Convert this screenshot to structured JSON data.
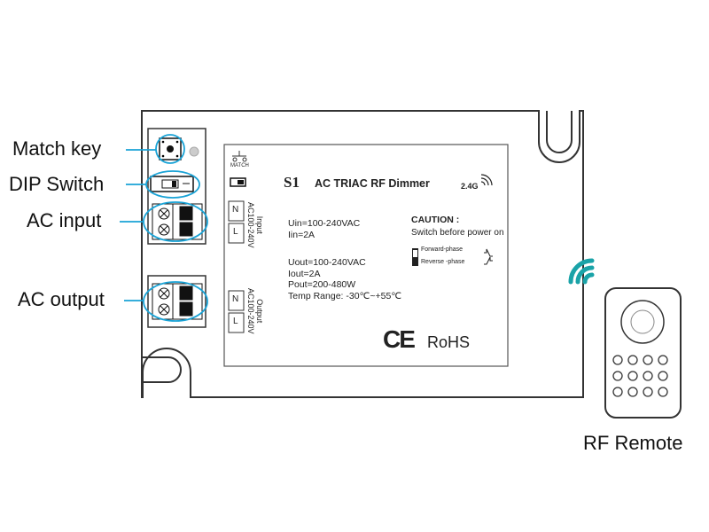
{
  "callouts": {
    "match_key": "Match key",
    "dip_switch": "DIP Switch",
    "ac_input": "AC input",
    "ac_output": "AC output",
    "rf_remote": "RF Remote"
  },
  "label": {
    "match": "MATCH",
    "model": "S1",
    "title": "AC TRIAC RF Dimmer",
    "band": "2.4G",
    "input_spec": [
      "Uin=100-240VAC",
      "Iin=2A"
    ],
    "output_spec": [
      "Uout=100-240VAC",
      "Iout=2A",
      "Pout=200-480W",
      "Temp Range: -30℃~+55℃"
    ],
    "caution_title": "CAUTION :",
    "caution_text": "Switch before power on",
    "forward": "Forward-phase",
    "reverse": "Reverse -phase",
    "input_label": "Input",
    "input_range": "AC100-240V",
    "output_label": "Output",
    "output_range": "AC100-240V",
    "n": "N",
    "l": "L",
    "ce": "CE",
    "rohs": "RoHS"
  },
  "colors": {
    "accent": "#1aa3d6",
    "wifi": "#1aa3a8"
  }
}
